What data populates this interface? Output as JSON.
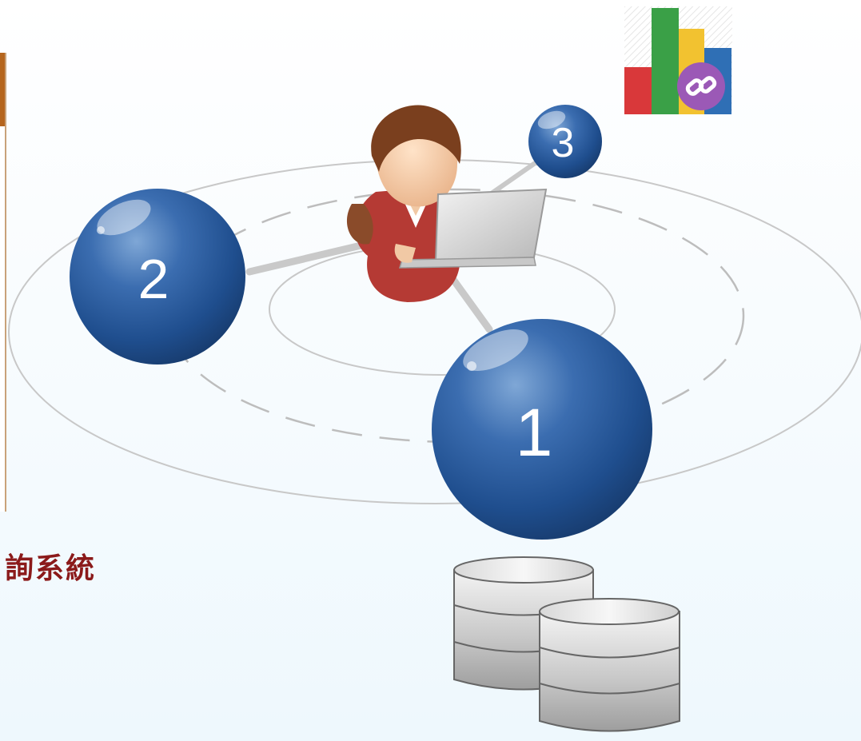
{
  "caption": "詢系統",
  "nodes": [
    {
      "id": "node-1",
      "label": "1"
    },
    {
      "id": "node-2",
      "label": "2"
    },
    {
      "id": "node-3",
      "label": "3"
    }
  ],
  "icons": {
    "user": "woman-with-laptop-icon",
    "chart": "bar-chart-link-icon",
    "database": "database-stack-icon"
  },
  "colors": {
    "sphere": "#2d5ea0",
    "caption": "#8b1a1a",
    "orbit": "#c8c8c8"
  }
}
